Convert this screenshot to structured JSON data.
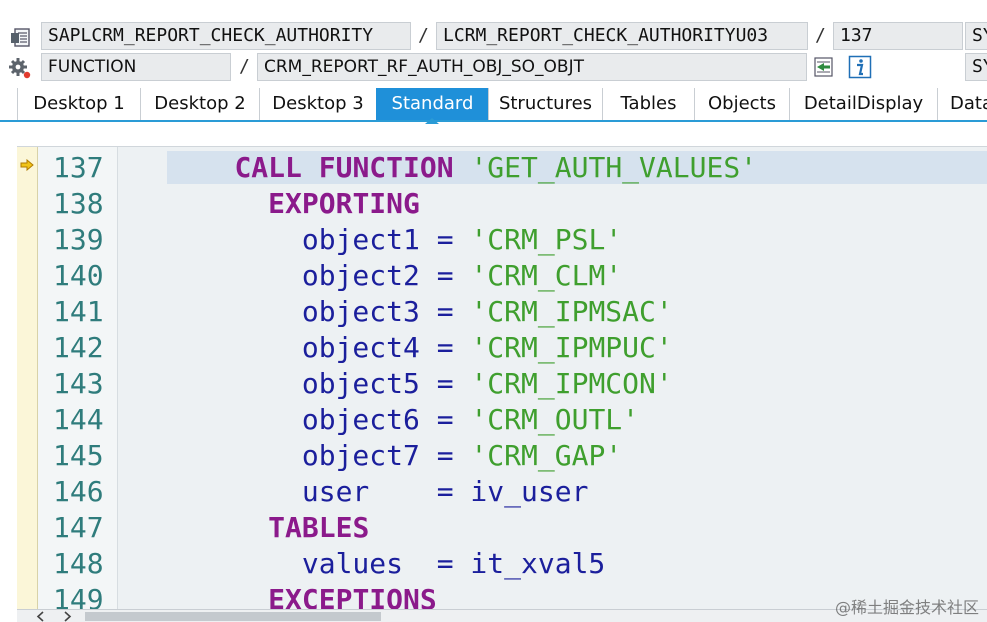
{
  "header": {
    "program": "SAPLCRM_REPORT_CHECK_AUTHORITY",
    "include": "LCRM_REPORT_CHECK_AUTHORITYU03",
    "line": "137",
    "extra1": "SY",
    "event_type": "FUNCTION",
    "event_name": "CRM_REPORT_RF_AUTH_OBJ_SO_OBJT",
    "extra2": "SY",
    "separator": "/"
  },
  "icons": {
    "source": "source-code-icon",
    "settings": "gear-icon",
    "exit": "exit-icon",
    "info": "info-icon",
    "current_line": "current-line-arrow-icon"
  },
  "tabs": [
    {
      "label": "Desktop 1",
      "active": false
    },
    {
      "label": "Desktop 2",
      "active": false
    },
    {
      "label": "Desktop 3",
      "active": false
    },
    {
      "label": "Standard",
      "active": true
    },
    {
      "label": "Structures",
      "active": false
    },
    {
      "label": "Tables",
      "active": false
    },
    {
      "label": "Objects",
      "active": false
    },
    {
      "label": "DetailDisplay",
      "active": false
    },
    {
      "label": "Data",
      "active": false
    }
  ],
  "editor": {
    "lines": [
      {
        "num": "137",
        "tokens": [
          {
            "t": "    ",
            "c": "id"
          },
          {
            "t": "CALL FUNCTION",
            "c": "kw"
          },
          {
            "t": " ",
            "c": "id"
          },
          {
            "t": "'GET_AUTH_VALUES'",
            "c": "str"
          }
        ]
      },
      {
        "num": "138",
        "tokens": [
          {
            "t": "      ",
            "c": "id"
          },
          {
            "t": "EXPORTING",
            "c": "kw"
          }
        ]
      },
      {
        "num": "139",
        "tokens": [
          {
            "t": "        object1 = ",
            "c": "id"
          },
          {
            "t": "'CRM_PSL'",
            "c": "str"
          }
        ]
      },
      {
        "num": "140",
        "tokens": [
          {
            "t": "        object2 = ",
            "c": "id"
          },
          {
            "t": "'CRM_CLM'",
            "c": "str"
          }
        ]
      },
      {
        "num": "141",
        "tokens": [
          {
            "t": "        object3 = ",
            "c": "id"
          },
          {
            "t": "'CRM_IPMSAC'",
            "c": "str"
          }
        ]
      },
      {
        "num": "142",
        "tokens": [
          {
            "t": "        object4 = ",
            "c": "id"
          },
          {
            "t": "'CRM_IPMPUC'",
            "c": "str"
          }
        ]
      },
      {
        "num": "143",
        "tokens": [
          {
            "t": "        object5 = ",
            "c": "id"
          },
          {
            "t": "'CRM_IPMCON'",
            "c": "str"
          }
        ]
      },
      {
        "num": "144",
        "tokens": [
          {
            "t": "        object6 = ",
            "c": "id"
          },
          {
            "t": "'CRM_OUTL'",
            "c": "str"
          }
        ]
      },
      {
        "num": "145",
        "tokens": [
          {
            "t": "        object7 = ",
            "c": "id"
          },
          {
            "t": "'CRM_GAP'",
            "c": "str"
          }
        ]
      },
      {
        "num": "146",
        "tokens": [
          {
            "t": "        user    = iv_user",
            "c": "id"
          }
        ]
      },
      {
        "num": "147",
        "tokens": [
          {
            "t": "      ",
            "c": "id"
          },
          {
            "t": "TABLES",
            "c": "kw"
          }
        ]
      },
      {
        "num": "148",
        "tokens": [
          {
            "t": "        values  = it_xval5",
            "c": "id"
          }
        ]
      },
      {
        "num": "149",
        "tokens": [
          {
            "t": "      ",
            "c": "id"
          },
          {
            "t": "EXCEPTIONS",
            "c": "kw"
          }
        ]
      }
    ]
  },
  "watermark": "@稀土掘金技术社区",
  "colors": {
    "tab_active": "#1f90d9",
    "keyword": "#8b1a8b",
    "string": "#3f9f2e",
    "identifier": "#1b1f9c",
    "line_number": "#2f7c7c"
  }
}
